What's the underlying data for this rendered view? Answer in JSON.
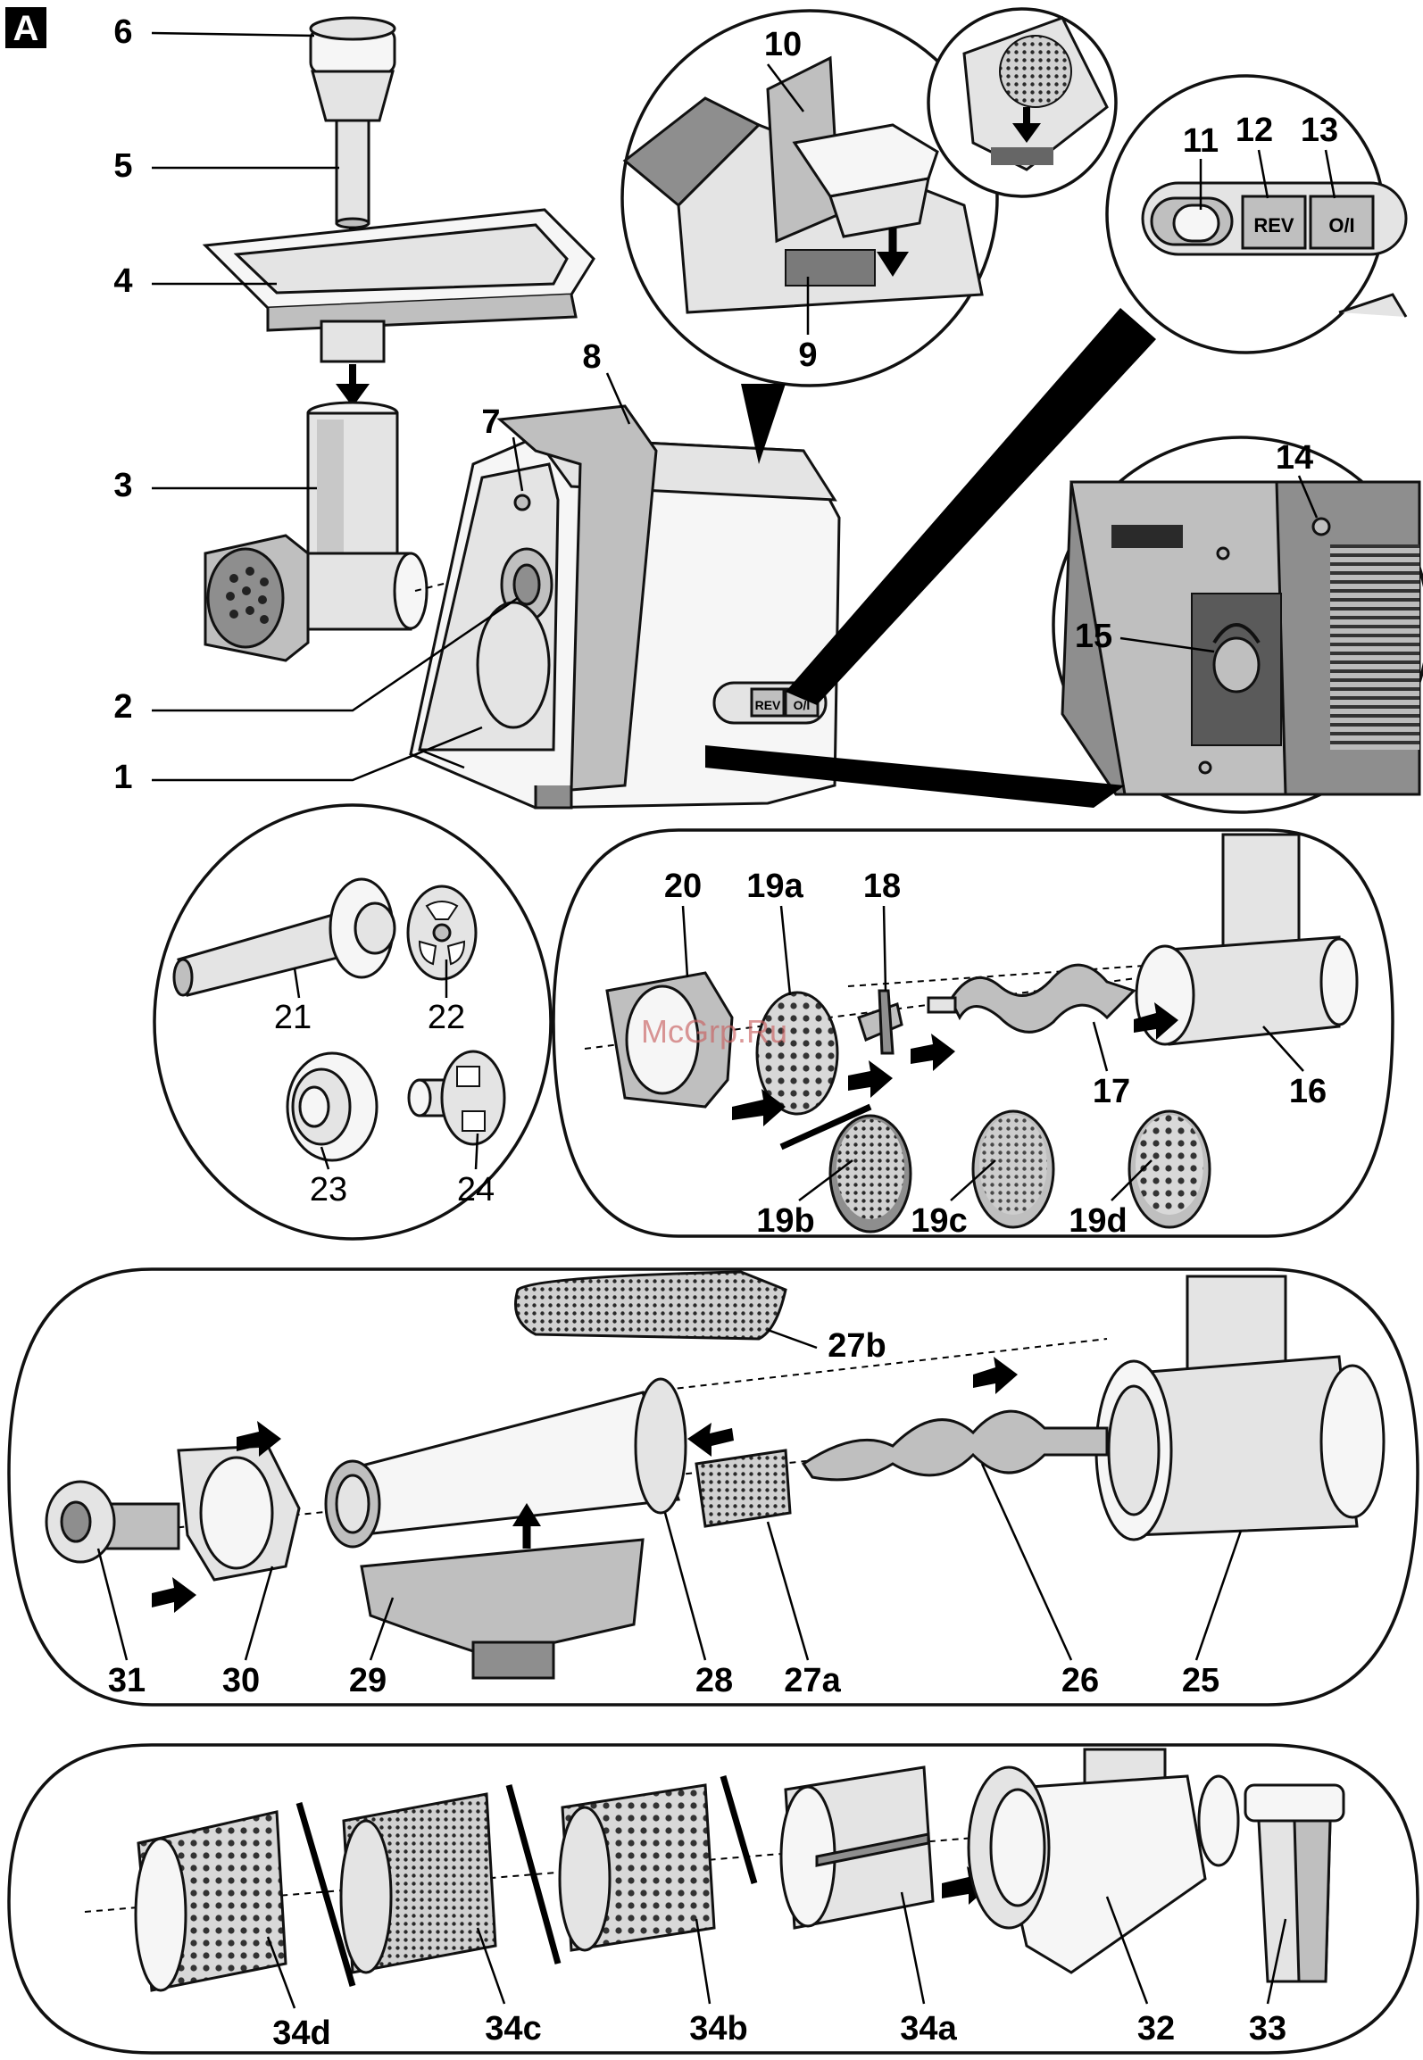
{
  "figure_letter": "A",
  "watermark": "McGrp.Ru",
  "button_labels": {
    "reverse": "REV",
    "power": "O/I"
  },
  "part_labels": {
    "p1": "1",
    "p2": "2",
    "p3": "3",
    "p4": "4",
    "p5": "5",
    "p6": "6",
    "p7": "7",
    "p8": "8",
    "p9": "9",
    "p10": "10",
    "p11": "11",
    "p12": "12",
    "p13": "13",
    "p14": "14",
    "p15": "15",
    "p16": "16",
    "p17": "17",
    "p18": "18",
    "p19a": "19a",
    "p19b": "19b",
    "p19c": "19c",
    "p19d": "19d",
    "p20": "20",
    "p21": "21",
    "p22": "22",
    "p23": "23",
    "p24": "24",
    "p25": "25",
    "p26": "26",
    "p27a": "27a",
    "p27b": "27b",
    "p28": "28",
    "p29": "29",
    "p30": "30",
    "p31": "31",
    "p32": "32",
    "p33": "33",
    "p34a": "34a",
    "p34b": "34b",
    "p34c": "34c",
    "p34d": "34d"
  },
  "colors": {
    "line": "#111111",
    "light": "#e4e4e4",
    "mid": "#bfbfbf",
    "dark": "#8e8e8e",
    "background": "#ffffff"
  }
}
